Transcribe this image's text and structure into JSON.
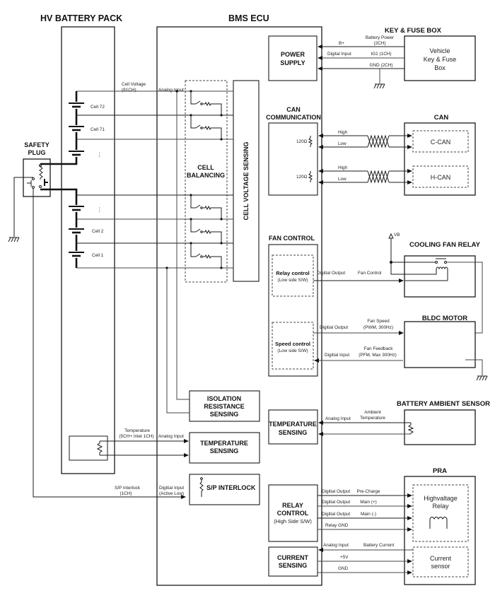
{
  "titles": {
    "hv_battery_pack": "HV BATTERY PACK",
    "bms_ecu": "BMS ECU",
    "key_fuse_box": "KEY & FUSE BOX",
    "can": "CAN",
    "cooling_fan_relay": "COOLING FAN RELAY",
    "bldc_motor": "BLDC MOTOR",
    "battery_ambient_sensor": "BATTERY AMBIENT SENSOR",
    "pra": "PRA",
    "safety_plug_line1": "SAFETY",
    "safety_plug_line2": "PLUG"
  },
  "battery": {
    "cells": [
      "Cell 72",
      "Cell 71",
      "Cell 2",
      "Cell 1"
    ],
    "ellipsis": "⋮",
    "cell_voltage_label_1": "Cell Voltage",
    "cell_voltage_label_2": "(81CH)",
    "analog_input": "Analog Input",
    "temperature_label_1": "Temperature",
    "temperature_label_2": "(5CH+ Inlet 1CH)",
    "temperature_analog_input": "Analog Input",
    "sp_interlock_label_1": "S/P Interlock",
    "sp_interlock_label_2": "(1CH)",
    "sp_digital_input_1": "Digitial Input",
    "sp_digital_input_2": "(Active Low)"
  },
  "blocks": {
    "power_supply_1": "POWER",
    "power_supply_2": "SUPPLY",
    "can_comm_1": "CAN",
    "can_comm_2": "COMMUNICATION",
    "cell_balancing_1": "CELL",
    "cell_balancing_2": "BALANCING",
    "cell_voltage_sensing": "CELL VOLTAGE SENSING",
    "fan_control": "FAN CONTROL",
    "relay_control_1": "Relay control",
    "relay_control_2": "(Low side S/W)",
    "speed_control_1": "Speed control",
    "speed_control_2": "(Low side S/W)",
    "isolation_1": "ISOLATION",
    "isolation_2": "RESISTANCE",
    "isolation_3": "SENSING",
    "temp_sensing_1": "TEMPERATURE",
    "temp_sensing_2": "SENSING",
    "sp_interlock": "S/P INTERLOCK",
    "relay_ctrl_hs_1": "RELAY",
    "relay_ctrl_hs_2": "CONTROL",
    "relay_ctrl_hs_3": "(High Side S/W)",
    "current_sensing_1": "CURRENT",
    "current_sensing_2": "SENSING"
  },
  "power": {
    "b_plus": "B+",
    "digital_input": "Digital Input",
    "battery_power_1": "Battery Power",
    "battery_power_2": "(2CH)",
    "ig1": "IG1 (1CH)",
    "gnd": "GND (2CH)",
    "key_box_1": "Vehicle",
    "key_box_2": "Key & Fuse",
    "key_box_3": "Box"
  },
  "can": {
    "resistor": "120Ω",
    "high": "High",
    "low": "Low",
    "c_can": "C-CAN",
    "h_can": "H-CAN"
  },
  "fan": {
    "vb": "VB",
    "digital_output": "Digitial Output",
    "fan_control": "Fan Control",
    "fan_speed_1": "Fan Speed",
    "fan_speed_2": "(PWM, 300Hz)",
    "digital_input": "Digitial Input",
    "fan_feedback_1": "Fan Feedback",
    "fan_feedback_2": "(PFM, Max 300Hz)"
  },
  "ambient": {
    "analog_input": "Analog Input",
    "ambient_1": "Ambient",
    "ambient_2": "Temperature"
  },
  "pra": {
    "rows": [
      {
        "left": "Digitial Output",
        "right": "Pre-Charge"
      },
      {
        "left": "Digitial Output",
        "right": "Main (+)"
      },
      {
        "left": "Digitial Output",
        "right": "Main (-)"
      },
      {
        "left": "Relay GND",
        "right": ""
      }
    ],
    "hv_relay_1": "Highvaltage",
    "hv_relay_2": "Relay",
    "current_analog": "Analog Input",
    "battery_current": "Battery Current",
    "plus5v": "+5V",
    "gnd": "GND",
    "current_sensor_1": "Current",
    "current_sensor_2": "sensor"
  }
}
